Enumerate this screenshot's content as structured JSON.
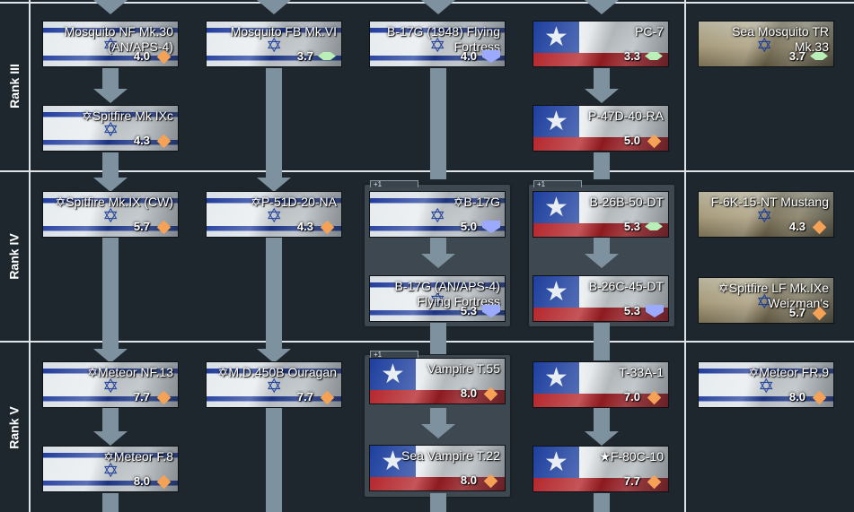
{
  "ranks": [
    {
      "label": "Rank III"
    },
    {
      "label": "Rank IV"
    },
    {
      "label": "Rank V"
    }
  ],
  "groups": [
    {
      "tab_label": "+1"
    },
    {
      "tab_label": "+1"
    },
    {
      "tab_label": "+1"
    }
  ],
  "vehicles": [
    {
      "name": "Mosquito NF Mk.30 (AN/APS-4)",
      "br": "4.0",
      "nation": "israel",
      "role": "bomber-diamond"
    },
    {
      "name": "Mosquito FB Mk.VI",
      "br": "3.7",
      "nation": "israel",
      "role": "fighter-flat"
    },
    {
      "name": "B-17G (1948) Flying Fortress",
      "br": "4.0",
      "nation": "israel",
      "role": "shield"
    },
    {
      "name": "PC-7",
      "br": "3.3",
      "nation": "chile",
      "role": "fighter-flat"
    },
    {
      "name": "Sea Mosquito TR Mk.33",
      "br": "3.7",
      "nation": "uk",
      "role": "fighter-flat"
    },
    {
      "name": "✡Spitfire Mk IXc",
      "br": "4.3",
      "nation": "israel",
      "role": "bomber-diamond"
    },
    {
      "name": "P-47D-40-RA",
      "br": "5.0",
      "nation": "chile",
      "role": "bomber-diamond"
    },
    {
      "name": "✡Spitfire Mk.IX (CW)",
      "br": "5.7",
      "nation": "israel",
      "role": "bomber-diamond"
    },
    {
      "name": "✡P-51D-20-NA",
      "br": "4.3",
      "nation": "israel",
      "role": "bomber-diamond"
    },
    {
      "name": "✡B-17G",
      "br": "5.0",
      "nation": "israel",
      "role": "shield"
    },
    {
      "name": "B-26B-50-DT",
      "br": "5.3",
      "nation": "chile",
      "role": "fighter-flat"
    },
    {
      "name": "F-6K-15-NT Mustang",
      "br": "4.3",
      "nation": "uk",
      "role": "bomber-diamond"
    },
    {
      "name": "B-17G (AN/APS-4) Flying Fortress",
      "br": "5.3",
      "nation": "israel",
      "role": "shield"
    },
    {
      "name": "B-26C-45-DT",
      "br": "5.3",
      "nation": "chile",
      "role": "shield"
    },
    {
      "name": "✡Spitfire LF Mk.IXe Weizman's",
      "br": "5.7",
      "nation": "uk",
      "role": "bomber-diamond"
    },
    {
      "name": "✡Meteor NF.13",
      "br": "7.7",
      "nation": "israel",
      "role": "bomber-diamond"
    },
    {
      "name": "✡M.D.450B Ouragan",
      "br": "7.7",
      "nation": "israel",
      "role": "bomber-diamond"
    },
    {
      "name": "Vampire T.55",
      "br": "8.0",
      "nation": "chile",
      "role": "bomber-diamond"
    },
    {
      "name": "T-33A-1",
      "br": "7.0",
      "nation": "chile",
      "role": "bomber-diamond"
    },
    {
      "name": "✡Meteor FR.9",
      "br": "8.0",
      "nation": "israel",
      "role": "bomber-diamond"
    },
    {
      "name": "✡Meteor F.8",
      "br": "8.0",
      "nation": "israel",
      "role": "bomber-diamond"
    },
    {
      "name": "Sea Vampire T.22",
      "br": "8.0",
      "nation": "chile",
      "role": "bomber-diamond"
    },
    {
      "name": "★F-80C-10",
      "br": "7.7",
      "nation": "chile",
      "role": "bomber-diamond"
    }
  ]
}
